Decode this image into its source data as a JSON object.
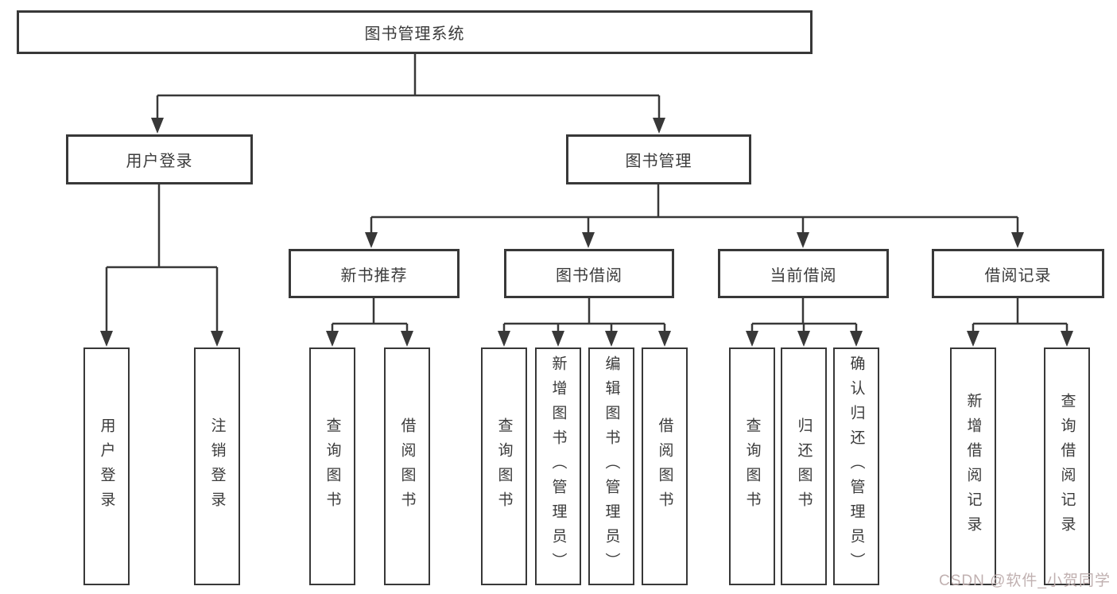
{
  "tree": {
    "root": {
      "label": "图书管理系统"
    },
    "children": [
      {
        "label": "用户登录",
        "children": [
          {
            "label": "用户登录"
          },
          {
            "label": "注销登录"
          }
        ]
      },
      {
        "label": "图书管理",
        "children": [
          {
            "label": "新书推荐",
            "children": [
              {
                "label": "查询图书"
              },
              {
                "label": "借阅图书"
              }
            ]
          },
          {
            "label": "图书借阅",
            "children": [
              {
                "label": "查询图书"
              },
              {
                "label": "新增图书（管理员）"
              },
              {
                "label": "编辑图书（管理员）"
              },
              {
                "label": "借阅图书"
              }
            ]
          },
          {
            "label": "当前借阅",
            "children": [
              {
                "label": "查询图书"
              },
              {
                "label": "归还图书"
              },
              {
                "label": "确认归还（管理员）"
              }
            ]
          },
          {
            "label": "借阅记录",
            "children": [
              {
                "label": "新增借阅记录"
              },
              {
                "label": "查询借阅记录"
              }
            ]
          }
        ]
      }
    ]
  },
  "watermark": "CSDN @软件_小贺同学",
  "colors": {
    "line": "#383838",
    "box_border": "#383838",
    "text": "#3b3b3b",
    "watermark": "#c0b0b0",
    "background": "#ffffff"
  }
}
